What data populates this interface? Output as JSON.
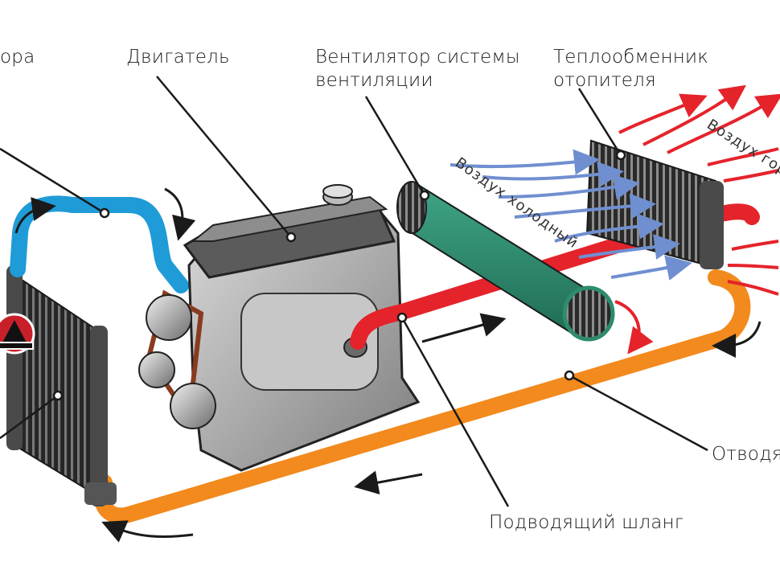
{
  "labels": {
    "radiator_partial": "ора",
    "engine": "Двигатель",
    "fan_line1": "Вентилятор системы",
    "fan_line2": "вентиляции",
    "heater_line1": "Теплообменник",
    "heater_line2": "отопителя",
    "outlet_partial": "Отводя",
    "inlet_hose": "Подводящий шланг",
    "air_cold": "Воздух холодный",
    "air_hot_partial": "Воздух горя"
  },
  "colors": {
    "hot_hose": "#e5232b",
    "return_hose": "#f28a1e",
    "cold_hose": "#1f9bd7",
    "cold_air": "#6f8fd0",
    "hot_air": "#e5232b",
    "fan_drum": "#2e8b6e",
    "metal_dark": "#3a3a3a",
    "metal_light": "#bdbdbd"
  },
  "icons": {
    "logo": "red-badge-logo-icon"
  }
}
